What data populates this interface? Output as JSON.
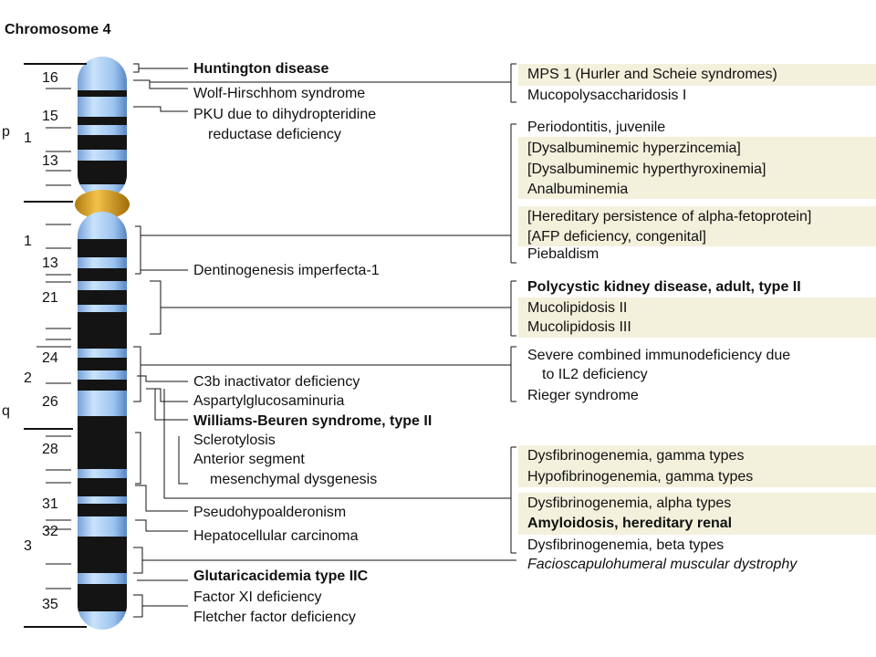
{
  "title": "Chromosome 4",
  "arms": {
    "p": "p",
    "q": "q"
  },
  "regions": {
    "p1": "1",
    "q1": "1",
    "q2": "2",
    "q3": "3"
  },
  "bands": [
    "16",
    "15",
    "13",
    "13",
    "21",
    "24",
    "26",
    "28",
    "31",
    "32",
    "35"
  ],
  "left_labels": [
    "Huntington disease",
    "Wolf-Hirschhom syndrome",
    "PKU due to dihydropteridine",
    "reductase deficiency",
    "Dentinogenesis imperfecta-1",
    "C3b inactivator deficiency",
    "Aspartylglucosaminuria",
    "Williams-Beuren syndrome, type II",
    "Sclerotylosis",
    "Anterior segment",
    "mesenchymal dysgenesis",
    "Pseudohypoalderonism",
    "Hepatocellular carcinoma",
    "Glutaricacidemia type IIC",
    "Factor XI deficiency",
    "Fletcher factor deficiency"
  ],
  "right_labels": [
    "MPS 1 (Hurler and Scheie syndromes)",
    "Mucopolysaccharidosis I",
    "Periodontitis, juvenile",
    "[Dysalbuminemic hyperzincemia]",
    "[Dysalbuminemic hyperthyroxinemia]",
    "Analbuminemia",
    "[Hereditary persistence of alpha-fetoprotein]",
    "[AFP deficiency, congenital]",
    "Piebaldism",
    "Polycystic kidney disease, adult, type II",
    "Mucolipidosis II",
    "Mucolipidosis III",
    "Severe combined immunodeficiency due",
    "to IL2 deficiency",
    "Rieger syndrome",
    "Dysfibrinogenemia, gamma types",
    "Hypofibrinogenemia, gamma types",
    "Dysfibrinogenemia, alpha types",
    "Amyloidosis, hereditary renal",
    "Dysfibrinogenemia, beta types",
    "Facioscapulohumeral muscular dystrophy"
  ],
  "colors": {
    "chromosome_light": "#a9cdf2",
    "chromosome_dark": "#141414",
    "centromere": "#e6a81e",
    "highlight": "#f3f0dc"
  }
}
